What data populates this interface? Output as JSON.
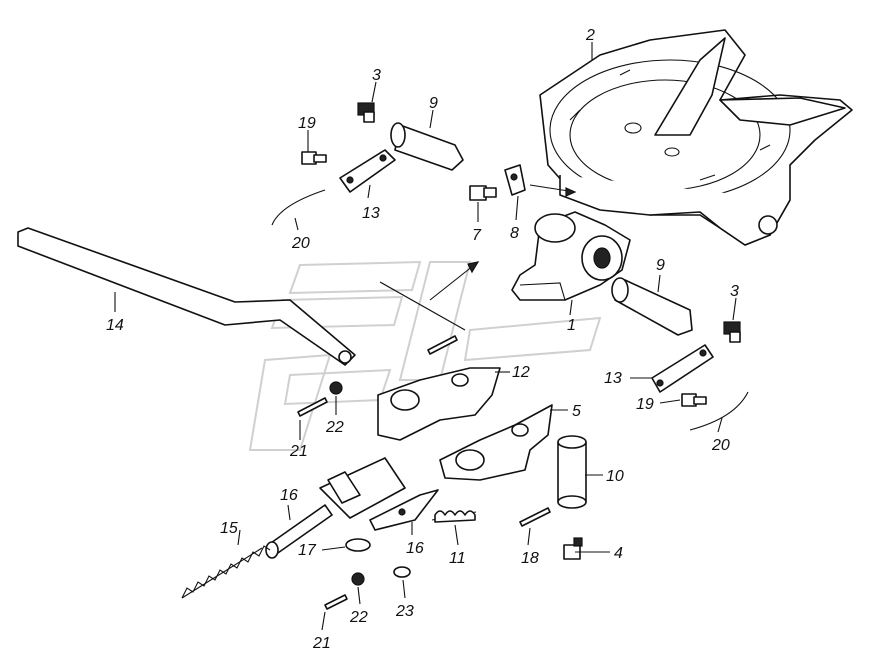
{
  "diagram": {
    "labels": {
      "part_1": "1",
      "part_2": "2",
      "part_3a": "3",
      "part_3b": "3",
      "part_4": "4",
      "part_5": "5",
      "part_7": "7",
      "part_8": "8",
      "part_9a": "9",
      "part_9b": "9",
      "part_10": "10",
      "part_11": "11",
      "part_12": "12",
      "part_13a": "13",
      "part_13b": "13",
      "part_14": "14",
      "part_15": "15",
      "part_16a": "16",
      "part_16b": "16",
      "part_17": "17",
      "part_18": "18",
      "part_19a": "19",
      "part_19b": "19",
      "part_20a": "20",
      "part_20b": "20",
      "part_21a": "21",
      "part_21b": "21",
      "part_22a": "22",
      "part_22b": "22",
      "part_23": "23"
    }
  }
}
